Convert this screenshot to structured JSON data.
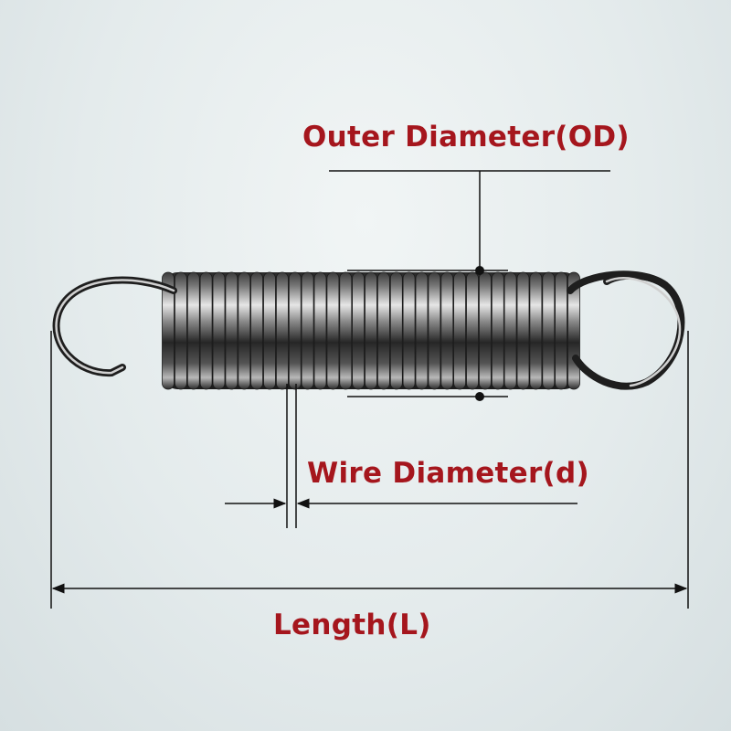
{
  "labels": {
    "outer_diameter": "Outer Diameter(OD)",
    "wire_diameter": "Wire Diameter(d)",
    "length": "Length(L)"
  },
  "colors": {
    "label": "#a5161d",
    "dimension_line": "#111111",
    "spring_dark": "#1e1e1e",
    "spring_highlight": "#d8d8d8"
  },
  "spring": {
    "coil_count": 33
  },
  "icons": [
    "extension-spring-icon",
    "arrowhead-icon"
  ]
}
